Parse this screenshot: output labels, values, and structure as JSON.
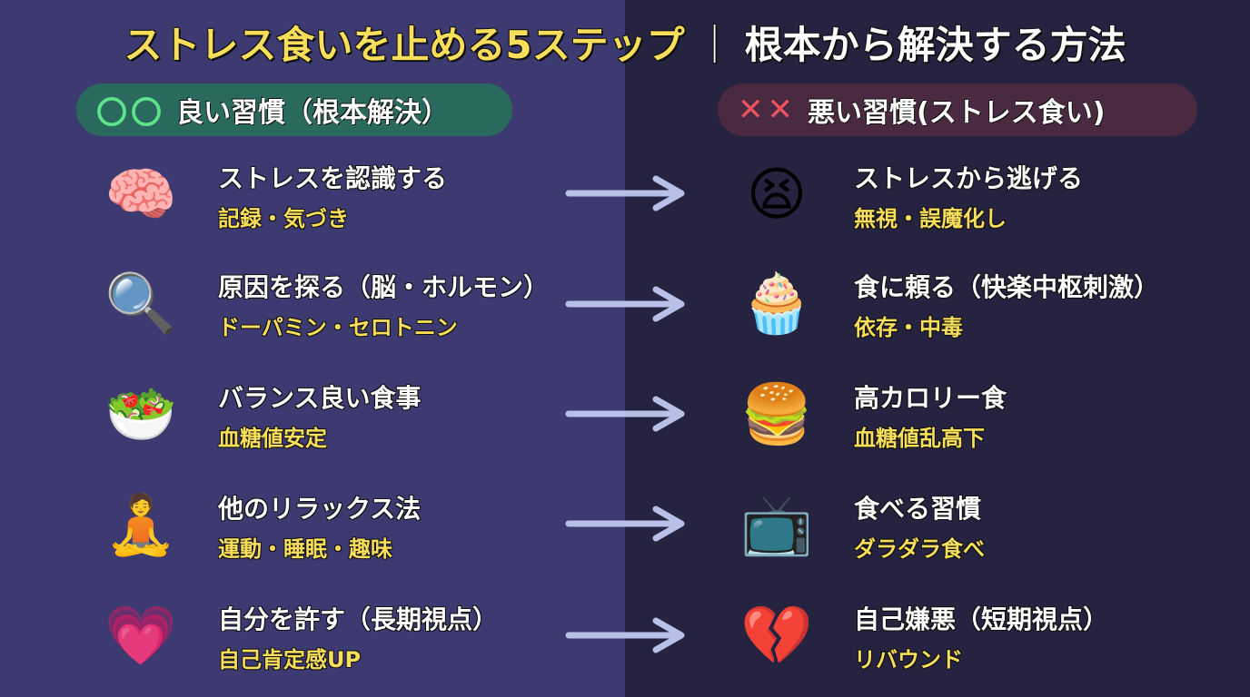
{
  "title": {
    "part1": "ストレス食いを止める5ステップ",
    "separator": "｜",
    "part2": "根本から解決する方法"
  },
  "colors": {
    "left_bg": "#3d3a72",
    "right_bg": "#25233f",
    "title_yellow": "#f8de5a",
    "good_pill": "#2a6a5e",
    "good_mark": "#5ee28a",
    "bad_pill": "#4a2a40",
    "bad_mark": "#ee5261",
    "arrow": "#b8c0e8"
  },
  "good": {
    "header_mark": "〇〇",
    "header_label": "良い習慣（根本解決）",
    "items": [
      {
        "icon": "brain-question-icon",
        "glyph": "🧠",
        "main": "ストレスを認識する",
        "sub": "記録・気づき"
      },
      {
        "icon": "brain-magnifier-stomach-icon",
        "glyph": "🔍",
        "main": "原因を探る（脳・ホルモン）",
        "sub": "ドーパミン・セロトニン"
      },
      {
        "icon": "balanced-plate-icon",
        "glyph": "🥗",
        "main": "バランス良い食事",
        "sub": "血糖値安定"
      },
      {
        "icon": "yoga-exercise-icon",
        "glyph": "🧘",
        "main": "他のリラックス法",
        "sub": "運動・睡眠・趣味"
      },
      {
        "icon": "heart-clock-icon",
        "glyph": "💗",
        "main": "自分を許す（長期視点）",
        "sub": "自己肯定感UP"
      }
    ]
  },
  "bad": {
    "header_mark": "✕✕",
    "header_label": "悪い習慣(ストレス食い)",
    "items": [
      {
        "icon": "stressed-face-icon",
        "glyph": "😫",
        "main": "ストレスから逃げる",
        "sub": "無視・誤魔化し"
      },
      {
        "icon": "cupcake-soda-icon",
        "glyph": "🧁",
        "main": "食に頼る（快楽中枢刺激）",
        "sub": "依存・中毒"
      },
      {
        "icon": "junk-food-icon",
        "glyph": "🍔",
        "main": "高カロリー食",
        "sub": "血糖値乱高下"
      },
      {
        "icon": "couch-tv-eating-icon",
        "glyph": "📺",
        "main": "食べる習慣",
        "sub": "ダラダラ食べ"
      },
      {
        "icon": "broken-heart-sad-icon",
        "glyph": "💔",
        "main": "自己嫌悪（短期視点）",
        "sub": "リバウンド"
      }
    ]
  }
}
